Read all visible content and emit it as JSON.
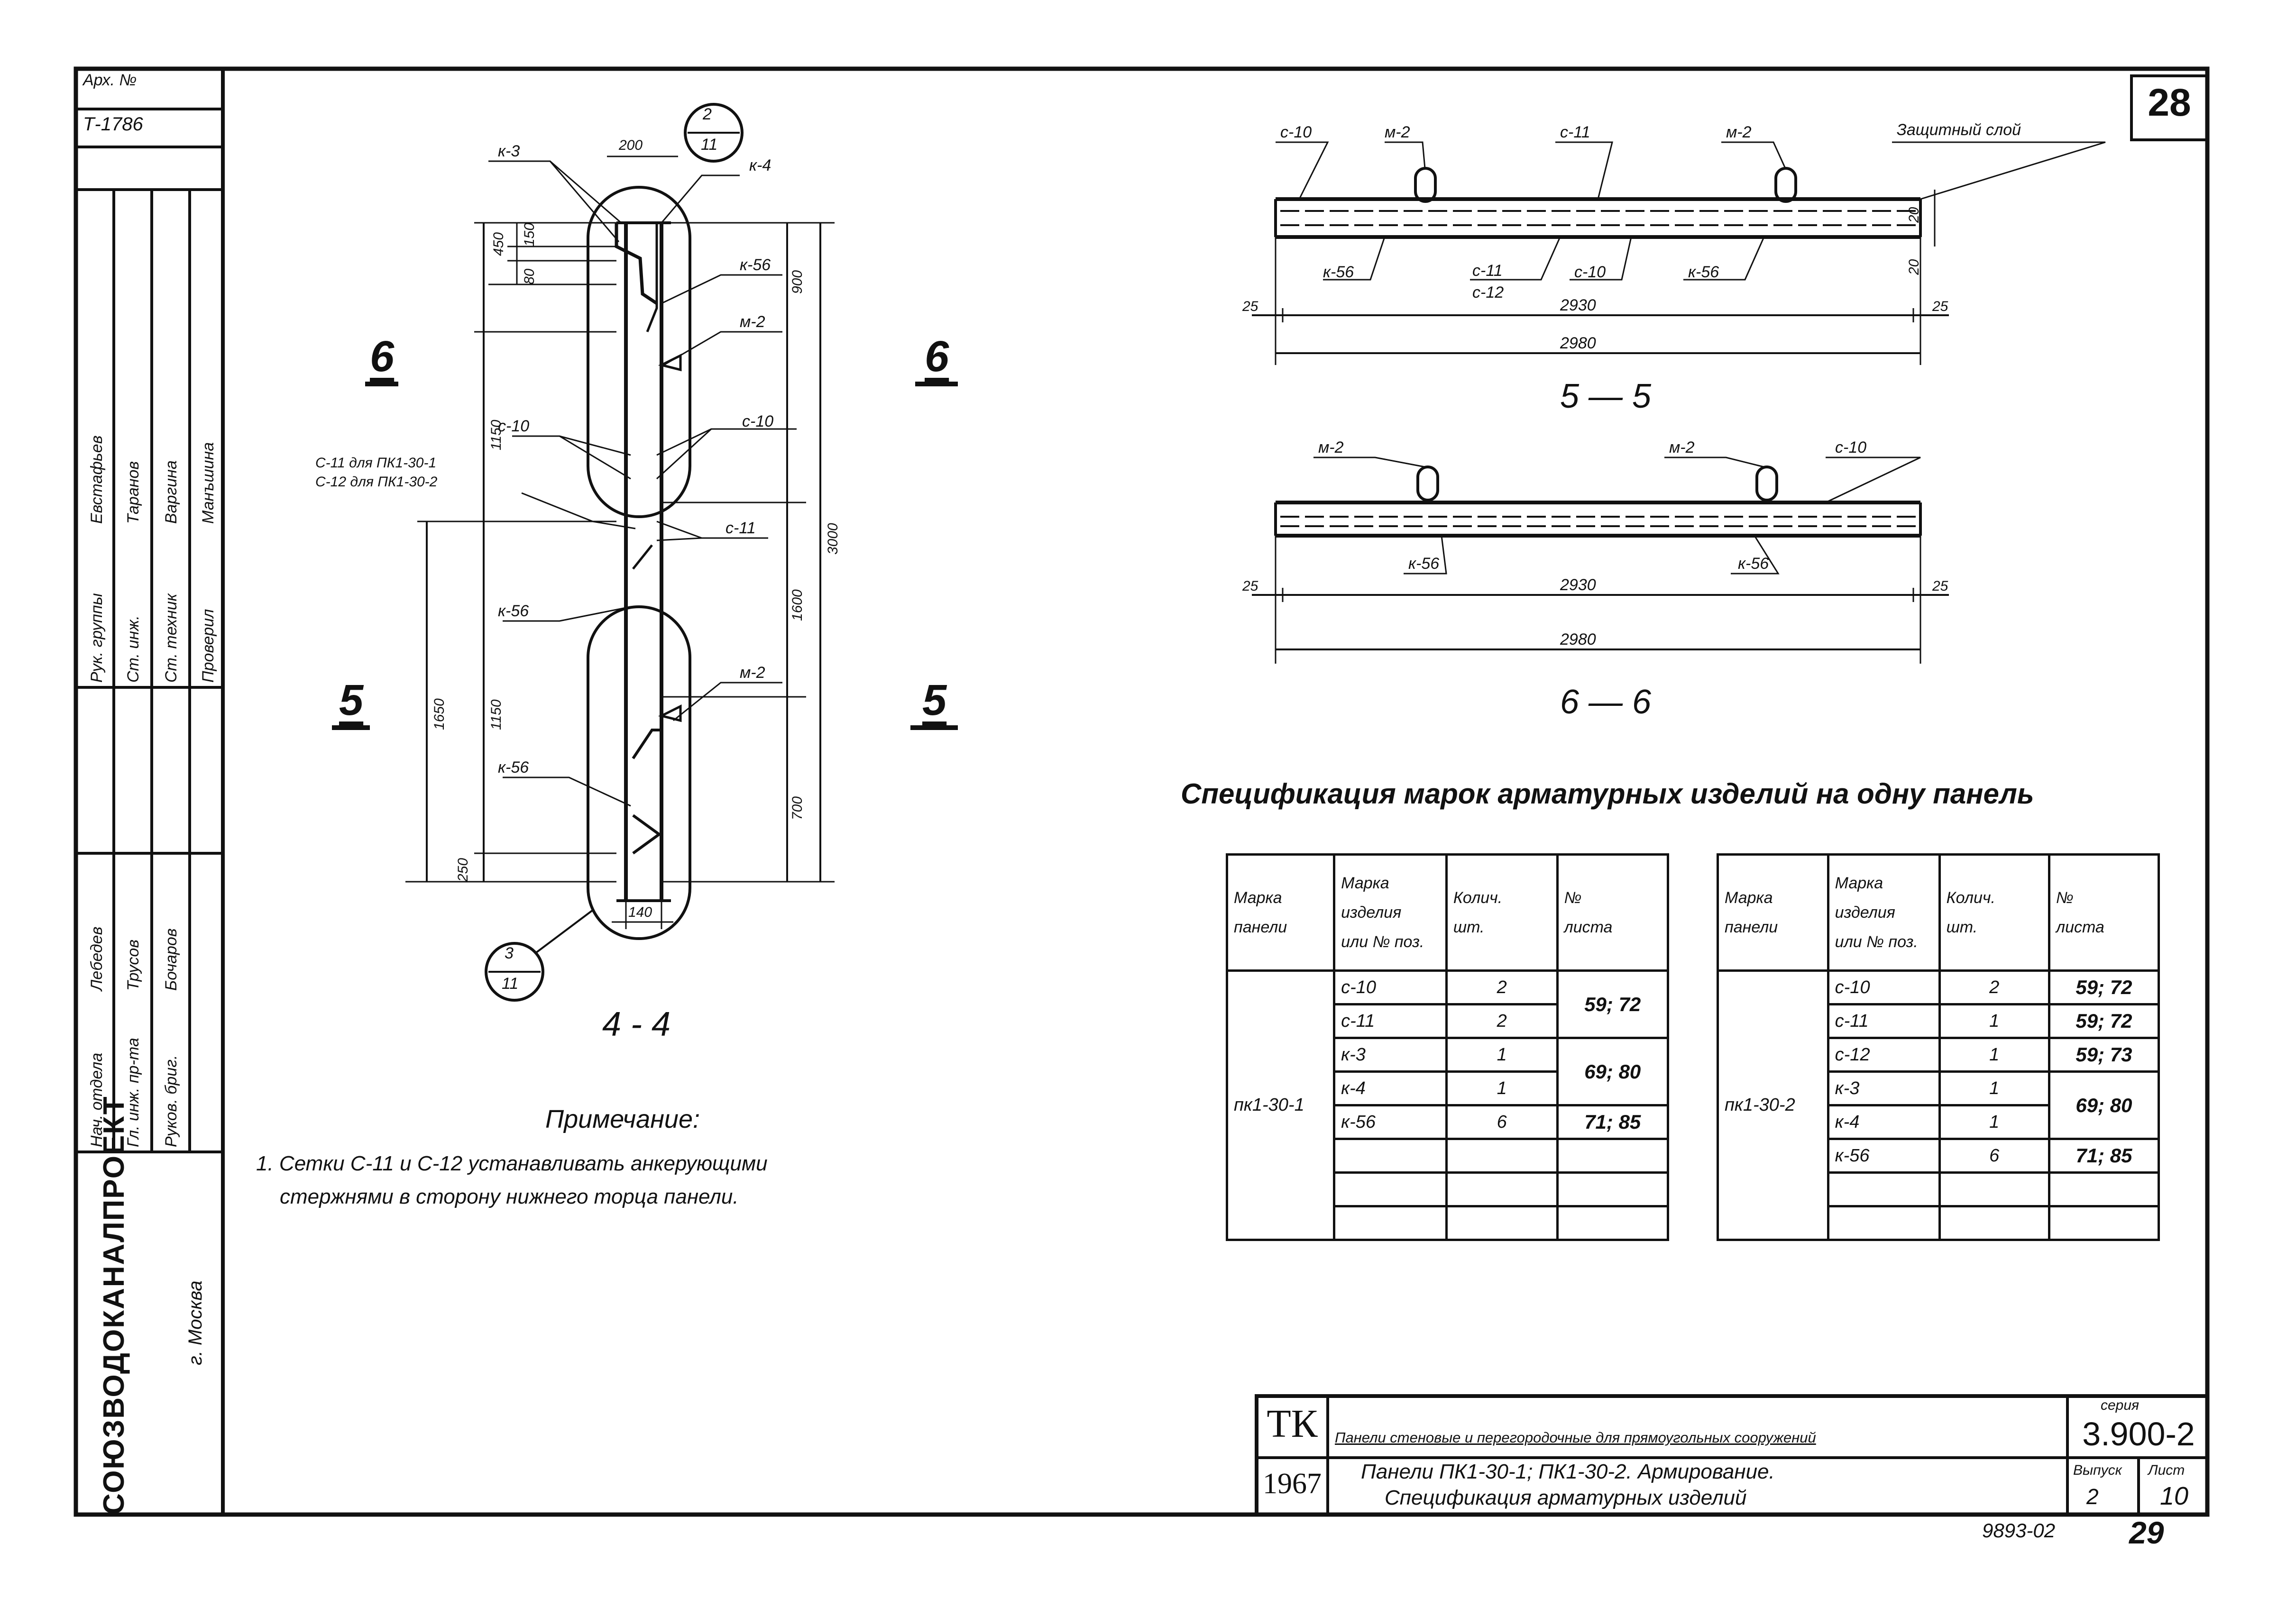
{
  "archive": {
    "label": "Арх. №",
    "number": "Т-1786"
  },
  "sheet_number": "28",
  "page_number": "29",
  "serial_code": "9893-02",
  "signatures": [
    {
      "role": "Рук. группы",
      "name": "Евстафьев"
    },
    {
      "role": "Ст. инж.",
      "name": "Таранов"
    },
    {
      "role": "Ст. техник",
      "name": "Варгина"
    },
    {
      "role": "Проверил",
      "name": "Манъшина"
    },
    {
      "role": "Нач. отдела",
      "name": "Лебедев"
    },
    {
      "role": "Гл. инж. пр-та",
      "name": "Трусов"
    },
    {
      "role": "Руков. бриг.",
      "name": "Бочаров"
    }
  ],
  "organization": {
    "name": "СОЮЗВОДОКАНАЛПРОЕКТ",
    "city": "г. Москва"
  },
  "section_4_4": {
    "title": "4 - 4",
    "cut_marks": {
      "left6": "6",
      "right6": "6",
      "left5": "5",
      "right5": "5"
    },
    "callout_top": {
      "num": "2",
      "sheet": "11"
    },
    "callout_bottom": {
      "num": "3",
      "sheet": "11"
    },
    "labels": {
      "k3": "к-3",
      "k4": "к-4",
      "k56a": "к-56",
      "m2a": "м-2",
      "c10l": "с-10",
      "c10r": "с-10",
      "c11note1": "С-11 для ПК1-30-1",
      "c11note2": "С-12 для ПК1-30-2",
      "c11": "с-11",
      "k56b": "к-56",
      "m2b": "м-2",
      "k56c": "к-56"
    },
    "dims": {
      "d200": "200",
      "d150": "150",
      "d80": "80",
      "d450": "450",
      "d1150a": "1150",
      "d1650": "1650",
      "d1150b": "1150",
      "d250": "250",
      "d900": "900",
      "d1600": "1600",
      "d700": "700",
      "d3000": "3000",
      "d140": "140"
    }
  },
  "section_5_5": {
    "title": "5 — 5",
    "labels": {
      "c10": "с-10",
      "m2a": "м-2",
      "c11": "с-11",
      "m2b": "м-2",
      "protect": "Защитный слой",
      "k56a": "к-56",
      "c11b": "с-11",
      "c12": "с-12",
      "c10b": "с-10",
      "k56b": "к-56"
    },
    "dims": {
      "top": "20",
      "bot": "20",
      "left": "25",
      "right": "25",
      "inner": "2930",
      "outer": "2980"
    }
  },
  "section_6_6": {
    "title": "6 — 6",
    "labels": {
      "m2a": "м-2",
      "m2b": "м-2",
      "c10": "с-10",
      "k56a": "к-56",
      "k56b": "к-56"
    },
    "dims": {
      "left": "25",
      "right": "25",
      "inner": "2930",
      "outer": "2980"
    }
  },
  "note": {
    "title": "Примечание:",
    "line1": "1. Сетки С-11 и С-12 устанавливать анкерующими",
    "line2": "стержнями в сторону нижнего торца панели."
  },
  "spec_title": "Спецификация марок арматурных изделий на одну панель",
  "table_headers": {
    "h1": [
      "Марка",
      "панели"
    ],
    "h2": [
      "Марка",
      "изделия",
      "или № поз."
    ],
    "h3": [
      "Колич.",
      "шт."
    ],
    "h4": [
      "№",
      "листа"
    ]
  },
  "table1": {
    "panel": "пк1-30-1",
    "rows": [
      {
        "mark": "с-10",
        "qty": "2"
      },
      {
        "mark": "с-11",
        "qty": "2"
      },
      {
        "mark": "к-3",
        "qty": "1"
      },
      {
        "mark": "к-4",
        "qty": "1"
      },
      {
        "mark": "к-56",
        "qty": "6"
      }
    ],
    "sheets": [
      "59; 72",
      "69; 80",
      "71; 85"
    ]
  },
  "table2": {
    "panel": "пк1-30-2",
    "rows": [
      {
        "mark": "с-10",
        "qty": "2",
        "sheet": "59; 72"
      },
      {
        "mark": "с-11",
        "qty": "1",
        "sheet": "59; 72"
      },
      {
        "mark": "с-12",
        "qty": "1",
        "sheet": "59; 73"
      },
      {
        "mark": "к-3",
        "qty": "1"
      },
      {
        "mark": "к-4",
        "qty": "1"
      },
      {
        "mark": "к-56",
        "qty": "6",
        "sheet": "71; 85"
      }
    ],
    "merged_sheet": "69; 80"
  },
  "stamp": {
    "tk": "ТК",
    "year": "1967",
    "line1": "Панели стеновые и перегородочные для прямоугольных сооружений",
    "line2": "Панели ПК1-30-1; ПК1-30-2. Армирование.",
    "line3": "Спецификация арматурных изделий",
    "series_label": "серия",
    "series": "3.900-2",
    "issue_label": "Выпуск",
    "issue": "2",
    "sheet_label": "Лист",
    "sheet": "10"
  }
}
